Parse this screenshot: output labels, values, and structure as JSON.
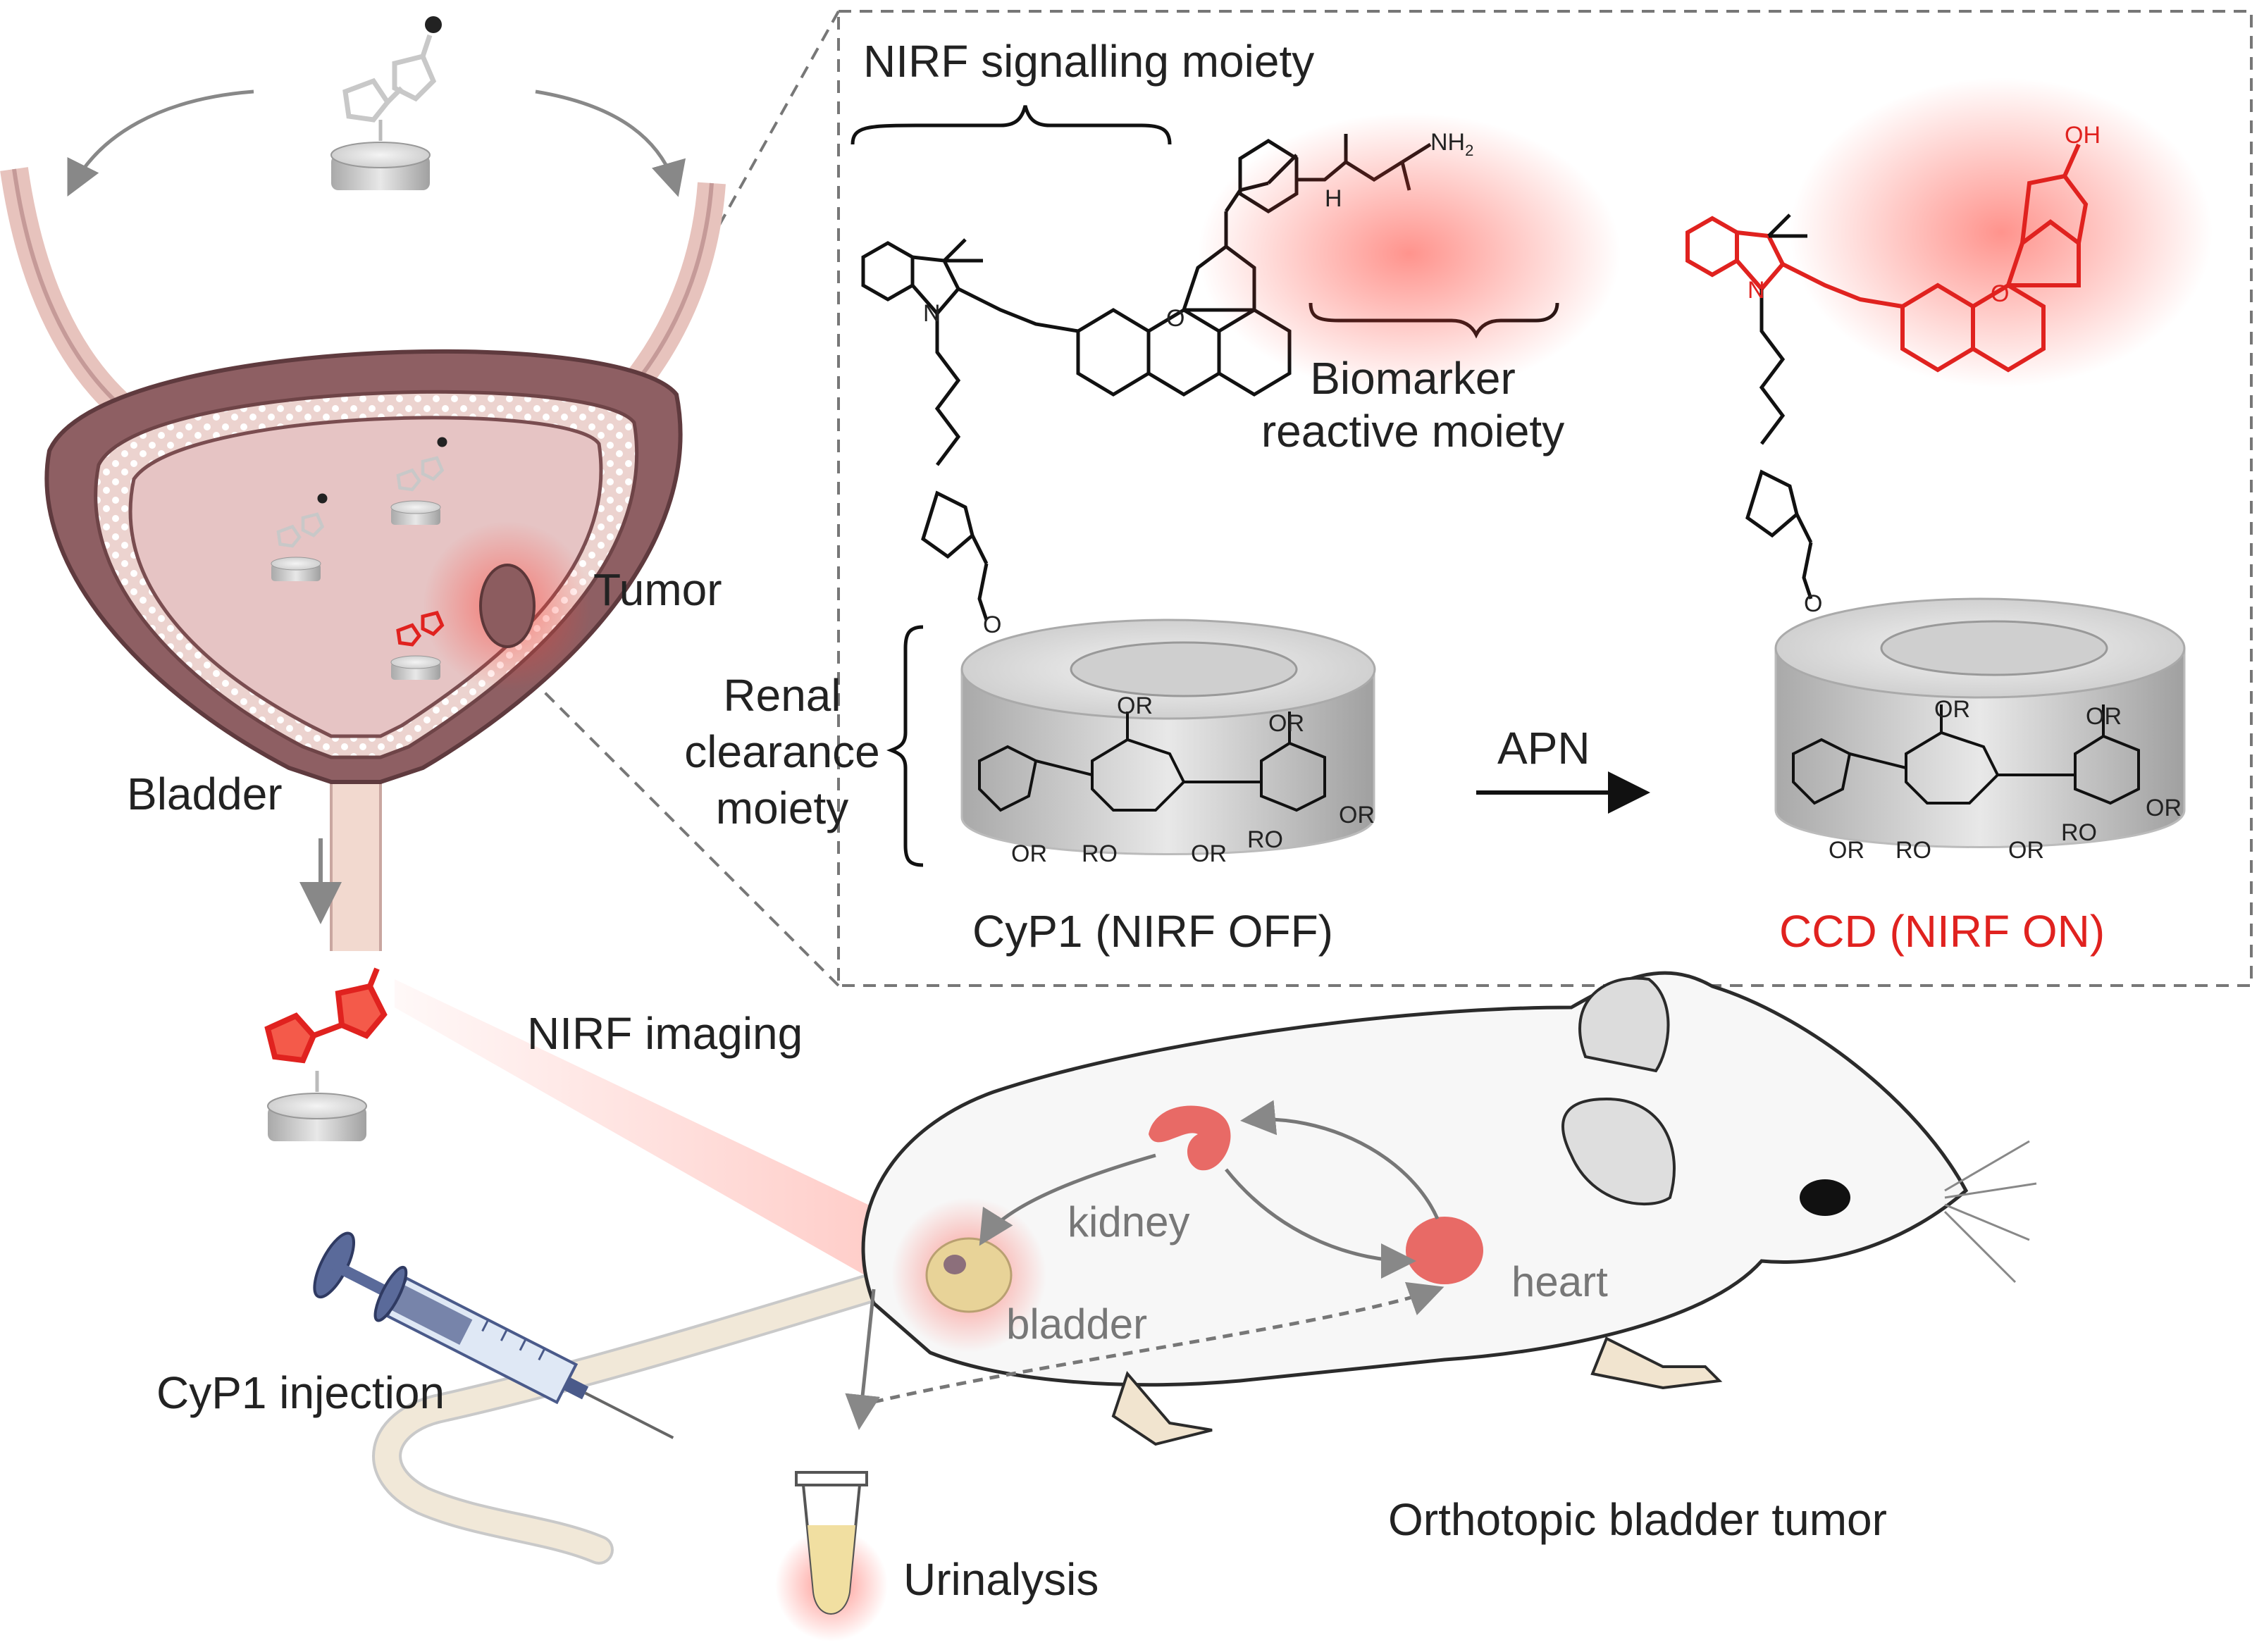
{
  "labels": {
    "nirf_signalling_moiety": "NIRF  signalling moiety",
    "biomarker_reactive_moiety_1": "Biomarker",
    "biomarker_reactive_moiety_2": "reactive moiety",
    "renal_clearance_1": "Renal",
    "renal_clearance_2": "clearance",
    "renal_clearance_3": "moiety",
    "apn": "APN",
    "cyp1_nirf_off": "CyP1 (NIRF  OFF)",
    "ccd_nirf_on": "CCD  (NIRF  ON)",
    "tumor": "Tumor",
    "bladder_big": "Bladder",
    "nirf_imaging": "NIRF imaging",
    "kidney": "kidney",
    "heart": "heart",
    "bladder_small": "bladder",
    "cyp1_injection": "CyP1 injection",
    "urinalysis": "Urinalysis",
    "orthotopic": "Orthotopic bladder tumor"
  },
  "chem_labels": {
    "oh": "OH",
    "nh2": "NH",
    "nh2_sub": "2",
    "nh": "H",
    "n_plus": "N",
    "o": "O",
    "or": "OR",
    "ro": "RO"
  },
  "colors": {
    "signal_red": "#e0221f",
    "bladder_wall": "#8a5a5e",
    "bladder_inner": "#e6c4c4",
    "organ_red": "#e86a66",
    "mouse_body": "#f7f7f7",
    "dash_border": "#777777"
  }
}
